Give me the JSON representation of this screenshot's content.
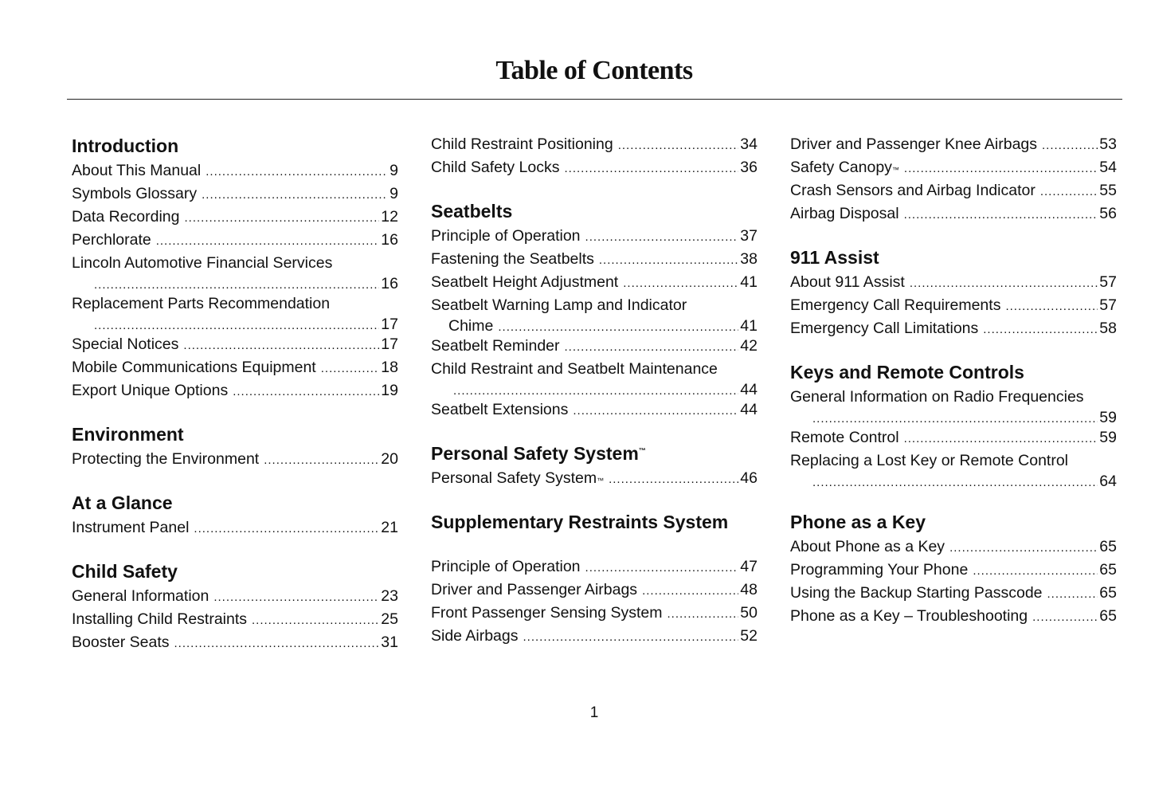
{
  "title": "Table of Contents",
  "page_number": "1",
  "columns": [
    {
      "sections": [
        {
          "heading": "Introduction",
          "entries": [
            {
              "text": "About This Manual",
              "page": "9"
            },
            {
              "text": "Symbols Glossary",
              "page": "9"
            },
            {
              "text": "Data Recording",
              "page": "12"
            },
            {
              "text": "Perchlorate",
              "page": "16"
            },
            {
              "text": "Lincoln Automotive Financial Services",
              "page": "16",
              "wrap": true
            },
            {
              "text": "Replacement Parts Recommendation",
              "page": "17",
              "wrap": true
            },
            {
              "text": "Special Notices",
              "page": "17"
            },
            {
              "text": "Mobile Communications Equipment",
              "page": "18"
            },
            {
              "text": "Export Unique Options",
              "page": "19"
            }
          ]
        },
        {
          "heading": "Environment",
          "entries": [
            {
              "text": "Protecting the Environment",
              "page": "20"
            }
          ]
        },
        {
          "heading": "At a Glance",
          "entries": [
            {
              "text": "Instrument Panel",
              "page": "21"
            }
          ]
        },
        {
          "heading": "Child Safety",
          "entries": [
            {
              "text": "General Information",
              "page": "23"
            },
            {
              "text": "Installing Child Restraints",
              "page": "25"
            },
            {
              "text": "Booster Seats",
              "page": "31"
            }
          ]
        }
      ]
    },
    {
      "sections": [
        {
          "heading": "",
          "entries": [
            {
              "text": "Child Restraint Positioning",
              "page": "34"
            },
            {
              "text": "Child Safety Locks",
              "page": "36"
            }
          ]
        },
        {
          "heading": "Seatbelts",
          "entries": [
            {
              "text": "Principle of Operation",
              "page": "37"
            },
            {
              "text": "Fastening the Seatbelts",
              "page": "38"
            },
            {
              "text": "Seatbelt Height Adjustment",
              "page": "41"
            },
            {
              "text": "Seatbelt Warning Lamp and Indicator",
              "text2": "Chime",
              "page": "41",
              "wrap": true
            },
            {
              "text": "Seatbelt Reminder",
              "page": "42"
            },
            {
              "text": "Child Restraint and Seatbelt Maintenance",
              "page": "44",
              "wrap": true
            },
            {
              "text": "Seatbelt Extensions",
              "page": "44"
            }
          ]
        },
        {
          "heading": "Personal Safety System",
          "heading_tm": "™",
          "entries": [
            {
              "text": "Personal Safety System",
              "tm": "™",
              "page": "46"
            }
          ]
        },
        {
          "heading": "Supplementary Restraints System",
          "spaced": true,
          "entries": [
            {
              "text": "Principle of Operation",
              "page": "47"
            },
            {
              "text": "Driver and Passenger Airbags",
              "page": "48"
            },
            {
              "text": "Front Passenger Sensing System",
              "page": "50"
            },
            {
              "text": "Side Airbags",
              "page": "52"
            }
          ]
        }
      ]
    },
    {
      "sections": [
        {
          "heading": "",
          "entries": [
            {
              "text": "Driver and Passenger Knee Airbags",
              "page": "53"
            },
            {
              "text": "Safety Canopy",
              "tm": "™",
              "page": "54"
            },
            {
              "text": "Crash Sensors and Airbag Indicator",
              "page": "55"
            },
            {
              "text": "Airbag Disposal",
              "page": "56"
            }
          ]
        },
        {
          "heading": "911 Assist",
          "entries": [
            {
              "text": "About 911 Assist",
              "page": "57"
            },
            {
              "text": "Emergency Call Requirements",
              "page": "57"
            },
            {
              "text": "Emergency Call Limitations",
              "page": "58"
            }
          ]
        },
        {
          "heading": "Keys and Remote Controls",
          "entries": [
            {
              "text": "General Information on Radio Frequencies",
              "page": "59",
              "wrap": true
            },
            {
              "text": "Remote Control",
              "page": "59"
            },
            {
              "text": "Replacing a Lost Key or Remote Control",
              "page": "64",
              "wrap": true
            }
          ]
        },
        {
          "heading": "Phone as a Key",
          "entries": [
            {
              "text": "About Phone as a Key",
              "page": "65"
            },
            {
              "text": "Programming Your Phone",
              "page": "65"
            },
            {
              "text": "Using the Backup Starting Passcode",
              "page": "65"
            },
            {
              "text": "Phone as a Key – Troubleshooting",
              "page": "65"
            }
          ]
        }
      ]
    }
  ]
}
